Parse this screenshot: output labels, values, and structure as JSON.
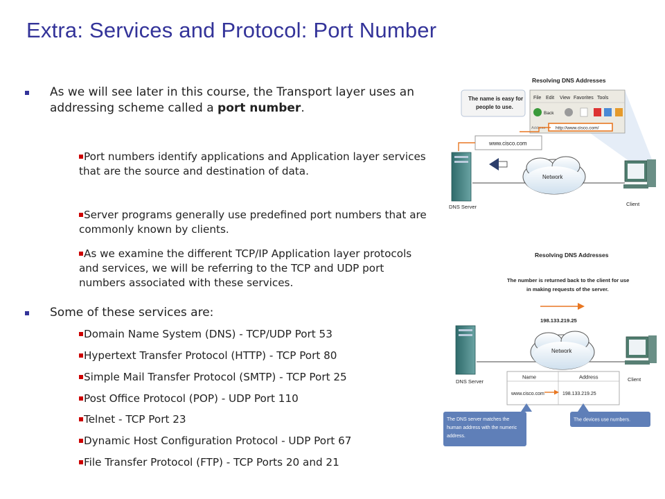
{
  "slide": {
    "title": "Extra: Services and Protocol: Port Number",
    "para1": {
      "before": "As we will see later in this course, the Transport layer uses an addressing scheme called a ",
      "strong": "port number",
      "after": "."
    },
    "sub1": [
      "Port numbers identify applications and Application layer services that are the source and destination of data.",
      "Server programs generally use predefined port numbers that are commonly known by clients.",
      "As we examine the different TCP/IP Application layer protocols and services, we will be referring to the TCP and UDP port numbers associated with these services."
    ],
    "para2": "Some of these services are:",
    "sub2": [
      "Domain Name System (DNS) - TCP/UDP Port 53",
      "Hypertext Transfer Protocol (HTTP) - TCP Port 80",
      "Simple Mail Transfer Protocol (SMTP) - TCP Port 25",
      "Post Office Protocol (POP) - UDP Port 110",
      "Telnet - TCP Port 23",
      "Dynamic Host Configuration Protocol - UDP Port 67",
      "File Transfer Protocol (FTP) - TCP Ports 20 and 21"
    ]
  },
  "figure_top": {
    "heading": "Resolving DNS Addresses",
    "callout": [
      "The name is easy for",
      "people to use."
    ],
    "menu": [
      "File",
      "Edit",
      "View",
      "Favorites",
      "Tools"
    ],
    "back_label": "Back",
    "address_label": "Address",
    "url": "http://www.cisco.com/",
    "request_name": "www.cisco.com",
    "network_label": "Network",
    "server_label": "DNS Server",
    "client_label": "Client"
  },
  "figure_bottom": {
    "heading": "Resolving DNS Addresses",
    "callout": [
      "The number is returned back to the client for use",
      "in making requests of the server."
    ],
    "ip": "198.133.219.25",
    "network_label": "Network",
    "server_label": "DNS Server",
    "client_label": "Client",
    "table_headers": [
      "Name",
      "Address"
    ],
    "table_row": [
      "www.cisco.com",
      "198.133.219.25"
    ],
    "note_left": [
      "The DNS server matches the",
      "human address with the numeric",
      "address."
    ],
    "note_right": "The devices use numbers."
  },
  "colors": {
    "title": "#333399",
    "bullet_main": "#333399",
    "bullet_sub": "#cc0000",
    "callout_bg": "#5f7fb8",
    "arrow_orange": "#e87722"
  }
}
